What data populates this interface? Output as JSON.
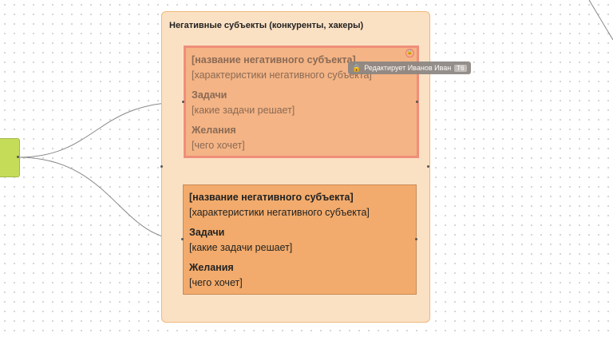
{
  "frame": {
    "title": "Негативные субъекты (конкуренты, хакеры)"
  },
  "cards": [
    {
      "name": "[название негативного субъекта]",
      "traits": "[характеристики негативного субъекта]",
      "tasks_label": "Задачи",
      "tasks": "[какие задачи решает]",
      "wishes_label": "Желания",
      "wishes": "[чего хочет]"
    },
    {
      "name": "[название негативного субъекта]",
      "traits": "[характеристики негативного субъекта]",
      "tasks_label": "Задачи",
      "tasks": "[какие задачи решает]",
      "wishes_label": "Желания",
      "wishes": "[чего хочет]"
    }
  ],
  "editing_tooltip": {
    "text": "Редактирует Иванов Иван",
    "badge": "Т6",
    "icon": "lock-icon"
  }
}
